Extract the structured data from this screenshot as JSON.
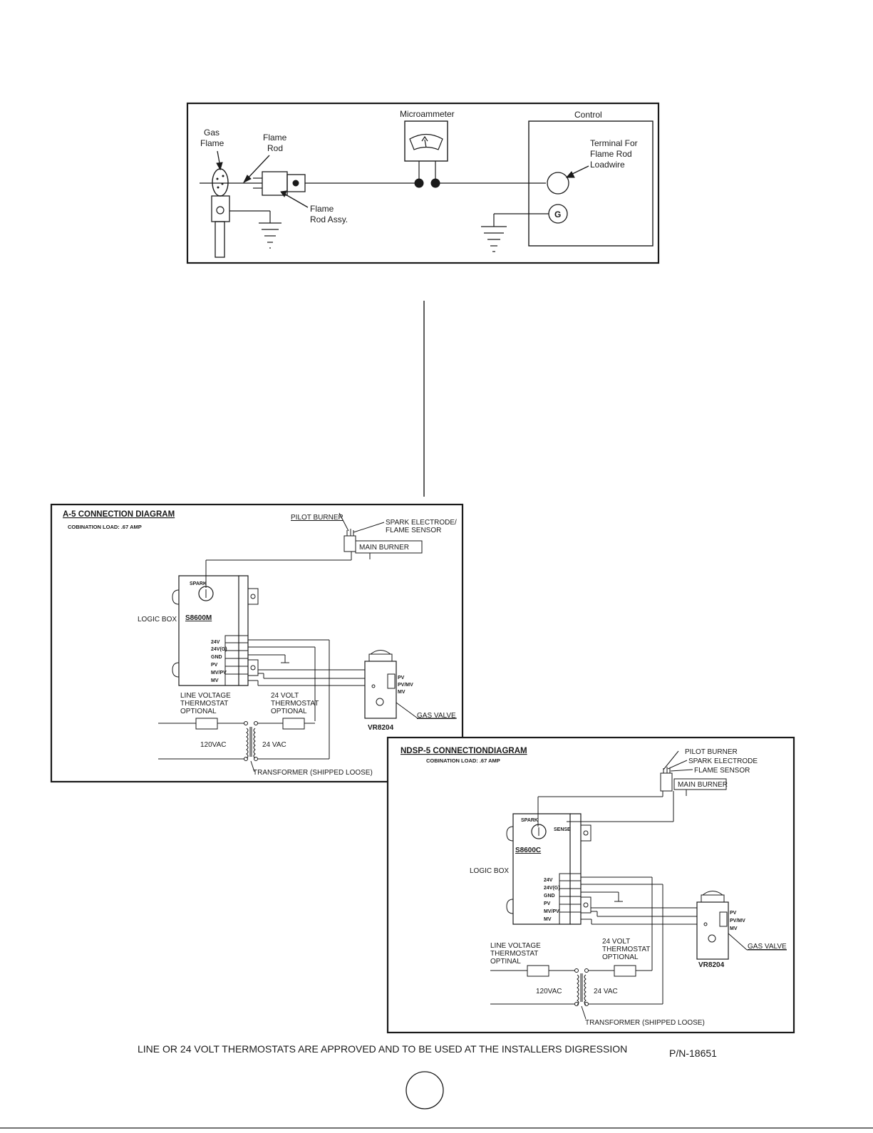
{
  "flame_rod": {
    "labels": {
      "gas": "Gas",
      "flame": "Flame",
      "flame2": "Flame",
      "rod": "Rod",
      "flame3": "Flame",
      "rod_assy": "Rod Assy.",
      "microammeter": "Microammeter",
      "control": "Control",
      "terminal_for": "Terminal For",
      "flame_rod": "Flame Rod",
      "loadwire": "Loadwire",
      "g": "G"
    }
  },
  "a5": {
    "title": "A-5 CONNECTION DIAGRAM",
    "load": "COBINATION LOAD: .67 AMP",
    "pilot_burner": "PILOT BURNER",
    "spark_electrode": "SPARK ELECTRODE/",
    "flame_sensor": "FLAME SENSOR",
    "main_burner": "MAIN BURNER",
    "spark": "SPARK",
    "logic_box": "LOGIC BOX",
    "model": "S8600M",
    "terminals": [
      "24V",
      "24V(G)",
      "GND",
      "PV",
      "MV/PV",
      "MV"
    ],
    "valve_terminals": [
      "PV",
      "PV/MV",
      "MV"
    ],
    "line_voltage": [
      "LINE VOLTAGE",
      "THERMOSTAT",
      "OPTIONAL"
    ],
    "volt24": [
      "24 VOLT",
      "THERMOSTAT",
      "OPTIONAL"
    ],
    "gas_valve": "GAS VALVE",
    "valve_model": "VR8204",
    "vac120": "120VAC",
    "vac24": "24 VAC",
    "transformer": "TRANSFORMER (SHIPPED LOOSE)"
  },
  "ndsp5": {
    "title": "NDSP-5 CONNECTIONDIAGRAM",
    "load": "COBINATION LOAD: .67 AMP",
    "pilot_burner": "PILOT BURNER",
    "spark_electrode": "SPARK ELECTRODE",
    "flame_sensor": "FLAME SENSOR",
    "main_burner": "MAIN BURNER",
    "spark": "SPARK",
    "sense": "SENSE",
    "logic_box": "LOGIC BOX",
    "model": "S8600C",
    "terminals": [
      "24V",
      "24V(G)",
      "GND",
      "PV",
      "MV/PV",
      "MV"
    ],
    "valve_terminals": [
      "PV",
      "PV/MV",
      "MV"
    ],
    "line_voltage": [
      "LINE VOLTAGE",
      "THERMOSTAT",
      "OPTINAL"
    ],
    "volt24": [
      "24 VOLT",
      "THERMOSTAT",
      "OPTIONAL"
    ],
    "gas_valve": "GAS VALVE",
    "valve_model": "VR8204",
    "vac120": "120VAC",
    "vac24": "24 VAC",
    "transformer": "TRANSFORMER (SHIPPED LOOSE)"
  },
  "footer": {
    "note": "LINE OR 24 VOLT THERMOSTATS ARE APPROVED AND TO BE USED AT THE INSTALLERS DIGRESSION",
    "part_number": "P/N-18651"
  }
}
